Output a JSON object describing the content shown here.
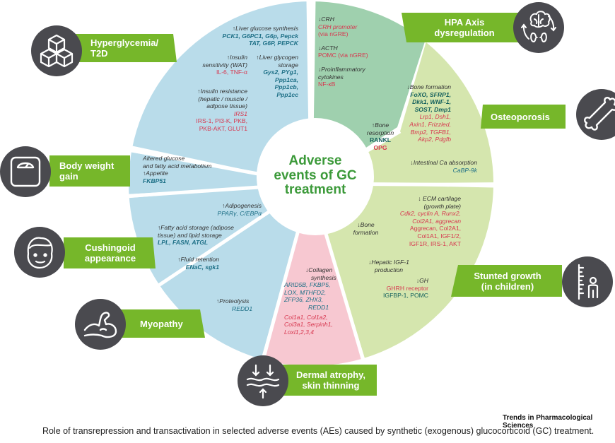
{
  "title": "Adverse events of GC treatment",
  "title_lines": [
    "Adverse",
    "events of GC",
    "treatment"
  ],
  "source": "Trends in Pharmacological Sciences",
  "caption": "Role of transrepression and transactivation in selected adverse events (AEs) caused by synthetic (exogenous) glucocorticoid (GC) treatment.",
  "colors": {
    "blue_segment": "#b9dcea",
    "green_segment": "#d5e6ae",
    "teal_segment": "#9fd0ae",
    "banner": "#76b72a",
    "pink_segment": "#f7c8d1",
    "icon_circle": "#4a4a4f",
    "title": "#3c9a3a"
  },
  "events": {
    "hyperglycemia": {
      "label": [
        "Hyperglycemia/",
        "T2D"
      ],
      "icon": "cubes-icon"
    },
    "hpa": {
      "label": [
        "HPA Axis",
        "dysregulation"
      ],
      "icon": "brain-kidney-icon"
    },
    "osteoporosis": {
      "label": [
        "Osteoporosis"
      ],
      "icon": "bone-icon"
    },
    "body_weight": {
      "label": [
        "Body weight",
        "gain"
      ],
      "icon": "scale-icon"
    },
    "cushingoid": {
      "label": [
        "Cushingoid",
        "appearance"
      ],
      "icon": "face-icon"
    },
    "stunted": {
      "label": [
        "Stunted growth",
        "(in children)"
      ],
      "icon": "height-ruler-icon"
    },
    "myopathy": {
      "label": [
        "Myopathy"
      ],
      "icon": "muscle-arm-icon"
    },
    "dermal": {
      "label": [
        "Dermal atrophy,",
        "skin thinning"
      ],
      "icon": "skin-layers-icon"
    }
  },
  "segments": {
    "liver_glucose": [
      "↑Liver glucose synthesis",
      "PCK1, G6PC1, G6p, Pepck",
      "TAT, G6P, PEPCK"
    ],
    "insulin_sens": [
      "↑Insulin",
      "sensitivity (WAT)",
      "IL-6, TNF-α"
    ],
    "glycogen": [
      "↑Liver glycogen",
      "storage",
      "Gys2, PYg1,",
      "Ppp1ca,",
      "Ppp1cb,",
      "Ppp1cc"
    ],
    "insulin_res": [
      "↑Insulin resistance",
      "(hepatic / muscle /",
      "adipose tissue)",
      "IRS1",
      "IRS-1, PI3-K, PKB,",
      "PKB-AKT, GLUT1"
    ],
    "hpa": [
      "↓CRH",
      "CRH promoter",
      "(via nGRE)",
      "↓ACTH",
      "POMC (via nGRE)",
      "↓Proinflammatory",
      "cytokines",
      "NF-κB"
    ],
    "bone_formation": [
      "↓Bone formation",
      "FoXO, SFRP1,",
      "Dkk1, WNF-1,",
      "SOST, Dmp1",
      "Lrp1, Dsh1,",
      "Axin1, Frizzled,",
      "Bmp2, TGFB1,",
      "Akp2, Pdgfb"
    ],
    "bone_resorption": [
      "↑Bone",
      "resorption",
      "RANKL",
      "OPG"
    ],
    "ca_absorption": [
      "↓Intestinal Ca absorption",
      "CaBP-9k"
    ],
    "body_weight": [
      "Altered glucose",
      "and fatty acid metabolism",
      "↑Appetite",
      "FKBP51"
    ],
    "adipogenesis": [
      "↑Adipogenesis",
      "PPARγ, C/EBPα"
    ],
    "fatty_acid": [
      "↑Fatty acid storage (adipose",
      "tissue) and lipid storage",
      "LPL, FASN, ATGL"
    ],
    "fluid": [
      "↑Fluid retention",
      "ENaC, sgk1"
    ],
    "proteolysis": [
      "↑Proteolysis",
      "REDD1"
    ],
    "collagen": [
      "↓Collagen",
      "synthesis",
      "ARID5B, FKBP5,",
      "LOX, MTHFD2,",
      "ZFP36, ZHX3,",
      "REDD1",
      "Col1a1, Col1a2,",
      "Col3a1, Serpinh1,",
      "Loxl1,2,3,4"
    ],
    "cartilage": [
      "↓ ECM cartilage",
      "(growth plate)",
      "Cdk2, cyclin A, Runx2,",
      "Col2A1, aggrecan",
      "Aggrecan, Col2A1,",
      "Col1A1, IGF1/2,",
      "IGF1R, IRS-1, AKT"
    ],
    "bone_formation_growth": [
      "↓Bone",
      "formation"
    ],
    "igf1": [
      "↓Hepatic IGF-1",
      "production"
    ],
    "gh": [
      "↓GH",
      "GHRH receptor",
      "IGFBP-1, POMC"
    ]
  }
}
